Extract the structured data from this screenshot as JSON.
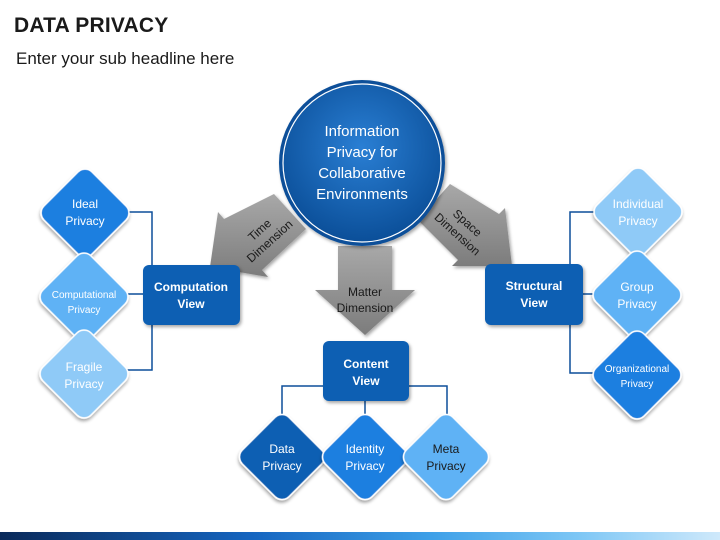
{
  "header": {
    "title": "DATA PRIVACY",
    "subtitle": "Enter your sub headline here"
  },
  "center": {
    "line1": "Information",
    "line2": "Privacy for",
    "line3": "Collaborative",
    "line4": "Environments"
  },
  "arrows": {
    "time": {
      "line1": "Time",
      "line2": "Dimension"
    },
    "matter": {
      "line1": "Matter",
      "line2": "Dimension"
    },
    "space": {
      "line1": "Space",
      "line2": "Dimension"
    }
  },
  "views": {
    "computation": {
      "line1": "Computation",
      "line2": "View"
    },
    "content": {
      "line1": "Content",
      "line2": "View"
    },
    "structural": {
      "line1": "Structural",
      "line2": "View"
    }
  },
  "left_diamonds": [
    {
      "line1": "Ideal",
      "line2": "Privacy"
    },
    {
      "line1": "Computational",
      "line2": "Privacy"
    },
    {
      "line1": "Fragile",
      "line2": "Privacy"
    }
  ],
  "bottom_diamonds": [
    {
      "line1": "Data",
      "line2": "Privacy"
    },
    {
      "line1": "Identity",
      "line2": "Privacy"
    },
    {
      "line1": "Meta",
      "line2": "Privacy"
    }
  ],
  "right_diamonds": [
    {
      "line1": "Individual",
      "line2": "Privacy"
    },
    {
      "line1": "Group",
      "line2": "Privacy"
    },
    {
      "line1": "Organizational",
      "line2": "Privacy"
    }
  ],
  "colors": {
    "dark_blue": "#0d5fb3",
    "mid_blue": "#1e7fe0",
    "light_blue": "#5fb2f5",
    "pale_blue": "#8fcaf7",
    "arrow_gray": "#8a8a8a"
  }
}
